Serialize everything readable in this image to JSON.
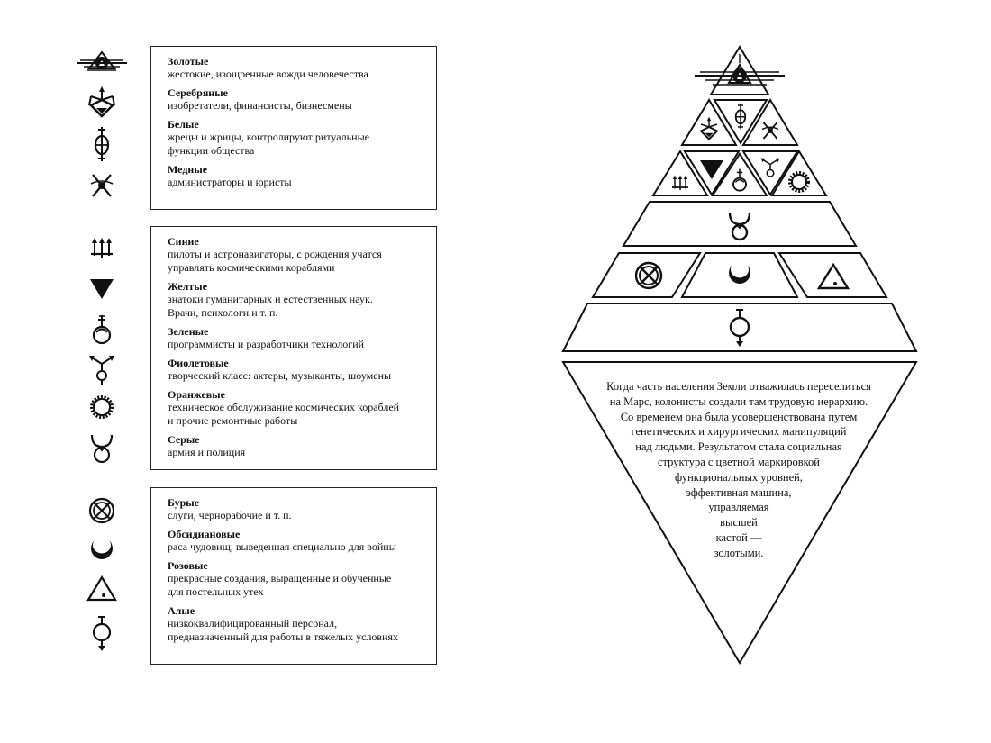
{
  "groups": [
    {
      "entries": [
        {
          "title": "Золотые",
          "desc": [
            "жестокие, изощренные вожди человечества"
          ],
          "icon": "gold-wings-icon"
        },
        {
          "title": "Серебряные",
          "desc": [
            "изобретатели, финансисты, бизнесмены"
          ],
          "icon": "silver-arrows-icon"
        },
        {
          "title": "Белые",
          "desc": [
            "жрецы и жрицы, контролируют ритуальные",
            "функции общества"
          ],
          "icon": "white-staff-icon"
        },
        {
          "title": "Медные",
          "desc": [
            "администраторы и юристы"
          ],
          "icon": "copper-cross-icon"
        }
      ]
    },
    {
      "entries": [
        {
          "title": "Синие",
          "desc": [
            "пилоты и астронавигаторы, с рождения учатся",
            "управлять космическими кораблями"
          ],
          "icon": "blue-trident-icon"
        },
        {
          "title": "Желтые",
          "desc": [
            "знатоки гуманитарных и естественных наук.",
            "Врачи, психологи и т. п."
          ],
          "icon": "yellow-triangle-icon"
        },
        {
          "title": "Зеленые",
          "desc": [
            "программисты и разработчики технологий"
          ],
          "icon": "green-cross-circle-icon"
        },
        {
          "title": "Фиолетовые",
          "desc": [
            "творческий класс: актеры, музыканты, шоумены"
          ],
          "icon": "violet-fork-icon"
        },
        {
          "title": "Оранжевые",
          "desc": [
            "техническое обслуживание космических кораблей",
            "и прочие ремонтные работы"
          ],
          "icon": "orange-gear-icon"
        },
        {
          "title": "Серые",
          "desc": [
            "армия и полиция"
          ],
          "icon": "gray-horns-icon"
        }
      ]
    },
    {
      "entries": [
        {
          "title": "Бурые",
          "desc": [
            "слуги, чернорабочие и т. п."
          ],
          "icon": "brown-crossed-circle-icon"
        },
        {
          "title": "Обсидиановые",
          "desc": [
            "раса чудовищ, выведенная специально для войны"
          ],
          "icon": "obsidian-crescent-icon"
        },
        {
          "title": "Розовые",
          "desc": [
            "прекрасные создания, выращенные и обученные",
            "для постельных утех"
          ],
          "icon": "pink-triangle-icon"
        },
        {
          "title": "Алые",
          "desc": [
            "низкоквалифицированный персонал,",
            "предназначенный для работы в тяжелых условиях"
          ],
          "icon": "red-circle-arrow-icon"
        }
      ]
    }
  ],
  "caption_lines": [
    "Когда часть населения Земли отважилась переселиться",
    "на Марс, колонисты создали там трудовую иерархию.",
    "Со временем она была усовершенствована путем",
    "генетических и хирургических манипуляций",
    "над людьми. Результатом стала социальная",
    "структура с цветной маркировкой",
    "функциональных уровней,",
    "эффективная машина,",
    "управляемая",
    "высшей",
    "кастой —",
    "золотыми."
  ]
}
